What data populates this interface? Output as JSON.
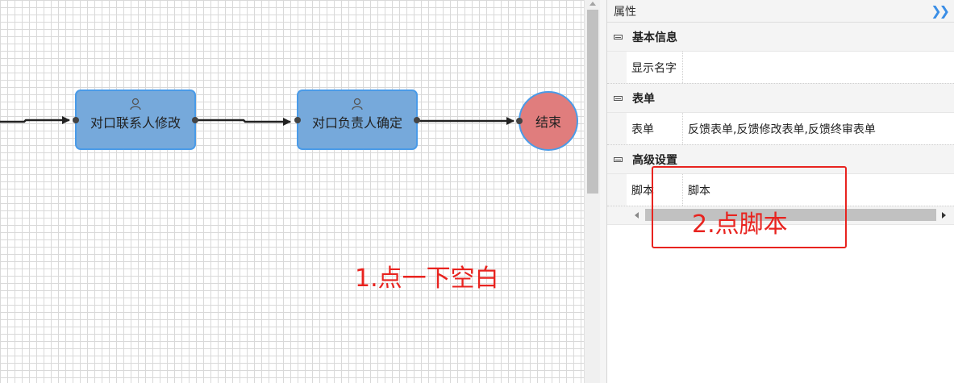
{
  "canvas": {
    "nodes": [
      {
        "label": "对口联系人修改",
        "icon": "user-icon"
      },
      {
        "label": "对口负责人确定",
        "icon": "user-icon"
      }
    ],
    "end_node": {
      "label": "结束"
    },
    "annotation_1": "1.点一下空白",
    "annotation_2": "2.点脚本"
  },
  "panel": {
    "title": "属性",
    "collapse_icon": "double-chevron-right-icon",
    "groups": [
      {
        "label": "基本信息",
        "props": [
          {
            "name": "显示名字",
            "value": ""
          }
        ]
      },
      {
        "label": "表单",
        "props": [
          {
            "name": "表单",
            "value": "反馈表单,反馈修改表单,反馈终审表单"
          }
        ]
      },
      {
        "label": "高级设置",
        "props": [
          {
            "name": "脚本",
            "value": "脚本"
          }
        ]
      }
    ]
  },
  "colors": {
    "task_fill": "#76a9db",
    "task_border": "#4a9be8",
    "end_fill": "#e07d7d",
    "annotation": "#e8231f",
    "accent": "#3a8ee6"
  }
}
